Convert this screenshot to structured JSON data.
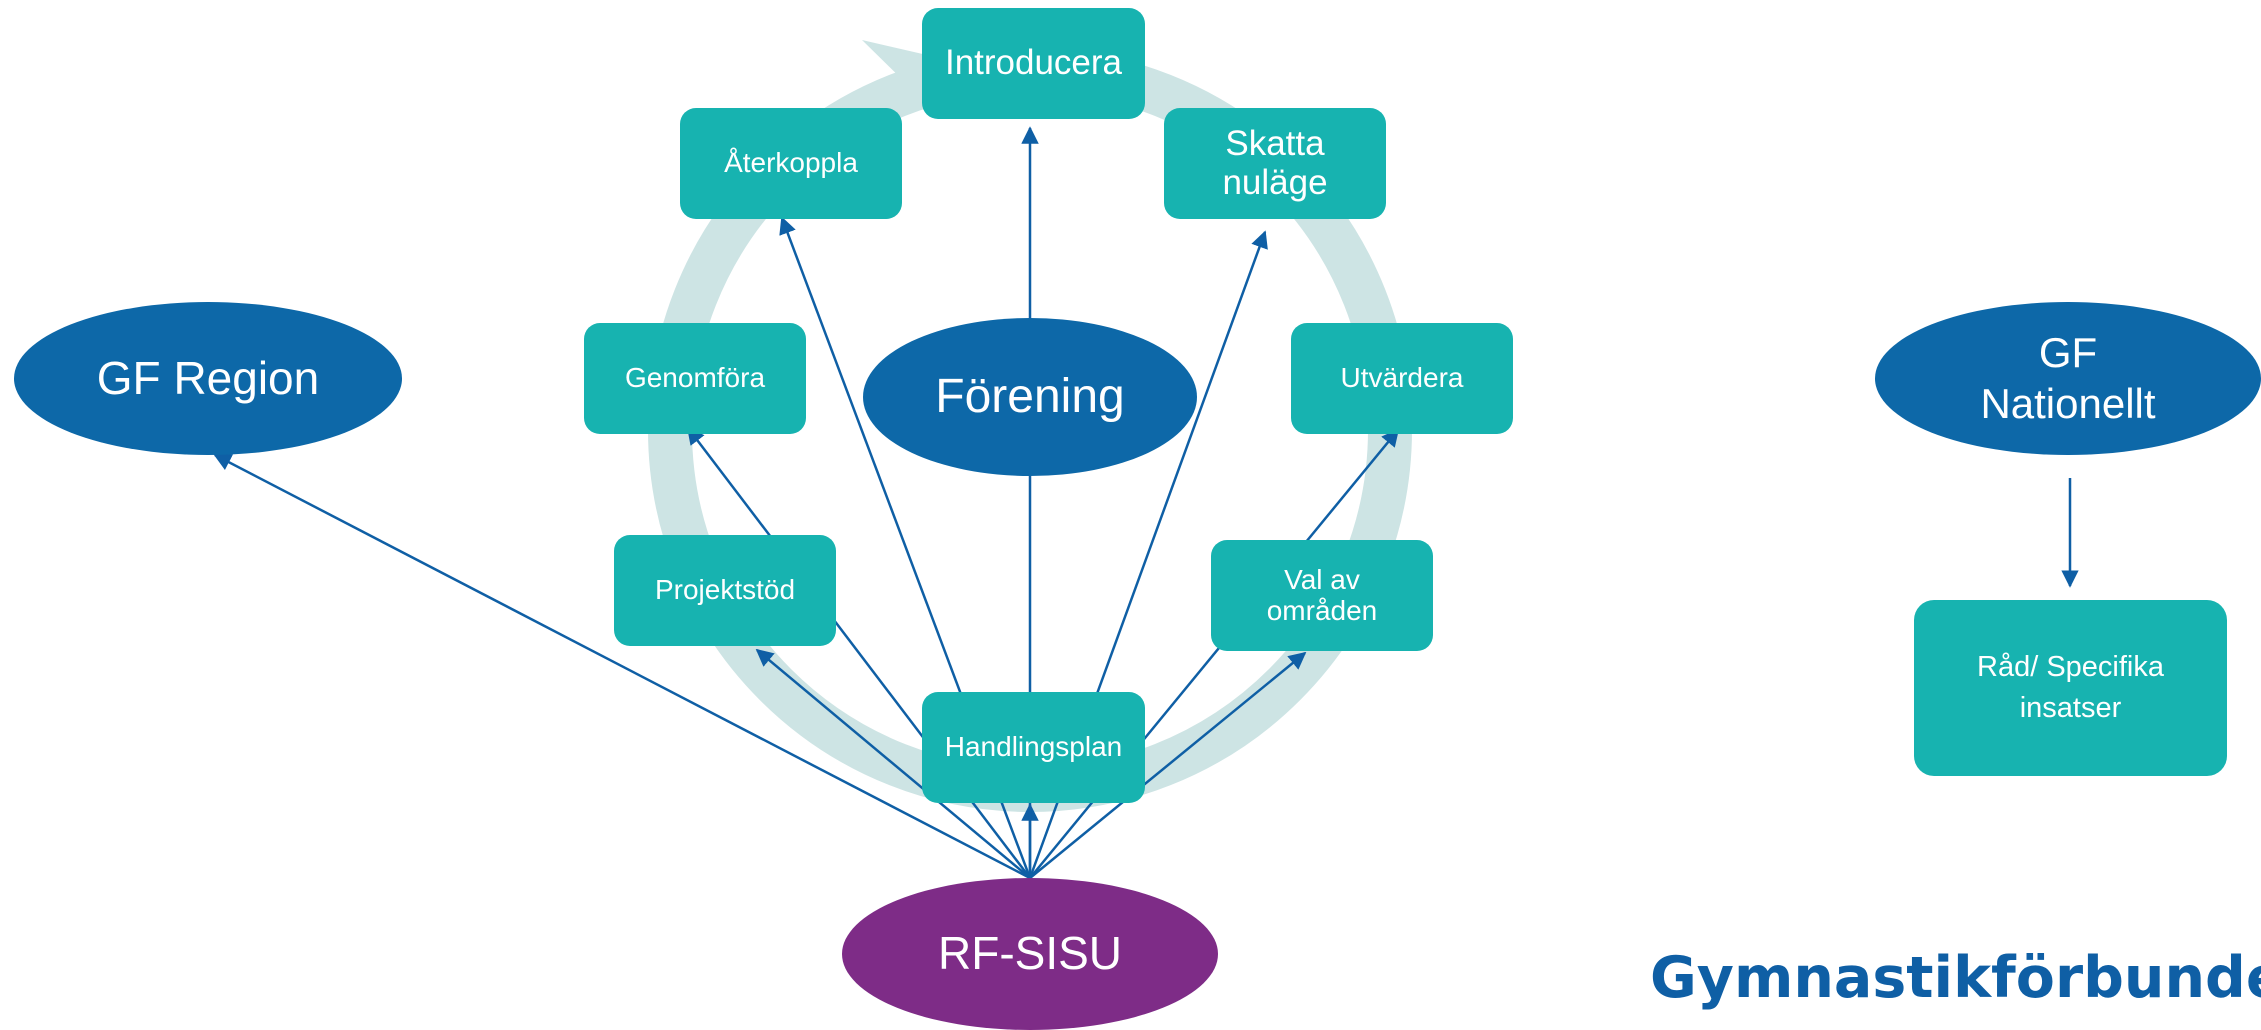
{
  "colors": {
    "box": "#17b3b0",
    "oval_blue": "#0d68a8",
    "oval_purple": "#7e2c87",
    "arrow": "#0f5fa5",
    "ring": "#cde4e4",
    "brand": "#0f5fa5"
  },
  "cycle": {
    "introducera": "Introducera",
    "skatta": "Skatta\nnuläge",
    "utvardera": "Utvärdera",
    "val": "Val av\nområden",
    "handlingsplan": "Handlingsplan",
    "projektstod": "Projektstöd",
    "genomfora": "Genomföra",
    "aterkoppla": "Återkoppla"
  },
  "nodes": {
    "forening": "Förening",
    "rf_sisu": "RF-SISU",
    "gf_region": "GF Region",
    "gf_nationellt": "GF\nNationellt",
    "rad": "Råd/ Specifika\ninsatser"
  },
  "brand": "Gymnastikförbunde"
}
